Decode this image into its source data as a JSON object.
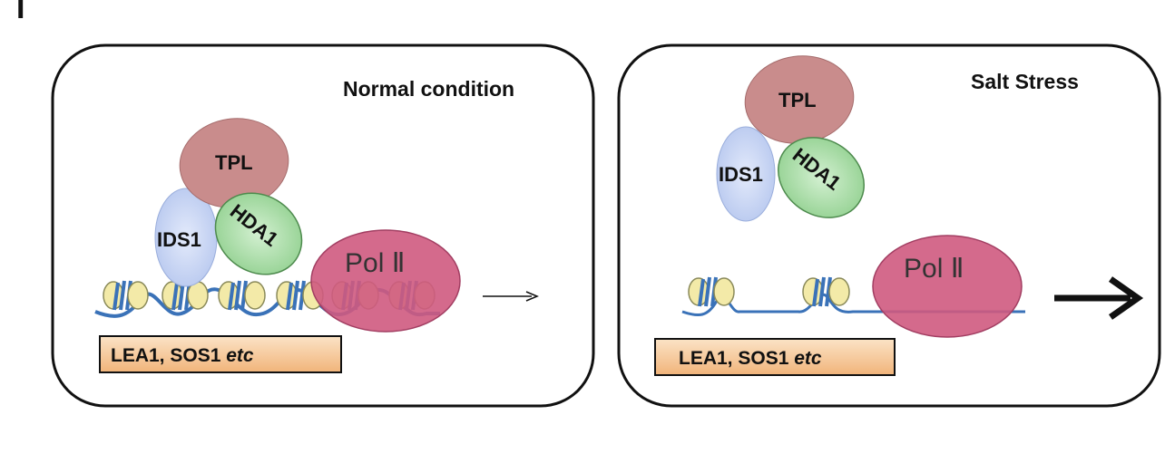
{
  "figure": {
    "panel_letter": "I",
    "panels": [
      {
        "title": "Normal condition",
        "proteins": {
          "tpl": "TPL",
          "ids1": "IDS1",
          "hda1": "HDA1",
          "pol": "Pol Ⅱ"
        },
        "gene_box": {
          "genes": "LEA1, SOS1",
          "suffix": "etc"
        }
      },
      {
        "title": "Salt Stress",
        "proteins": {
          "tpl": "TPL",
          "ids1": "IDS1",
          "hda1": "HDA1",
          "pol": "Pol Ⅱ"
        },
        "gene_box": {
          "genes": "LEA1, SOS1",
          "suffix": "etc"
        }
      }
    ]
  },
  "colors": {
    "tpl": "#c98c8c",
    "ids1": "#c3d0ee",
    "hda1": "#a9dba9",
    "pol": "#cf5a80",
    "dna": "#3a72b8",
    "nucleosome": "#f3eaa8",
    "gene_box_top": "#fbe3c6",
    "gene_box_bottom": "#f1b47a"
  }
}
